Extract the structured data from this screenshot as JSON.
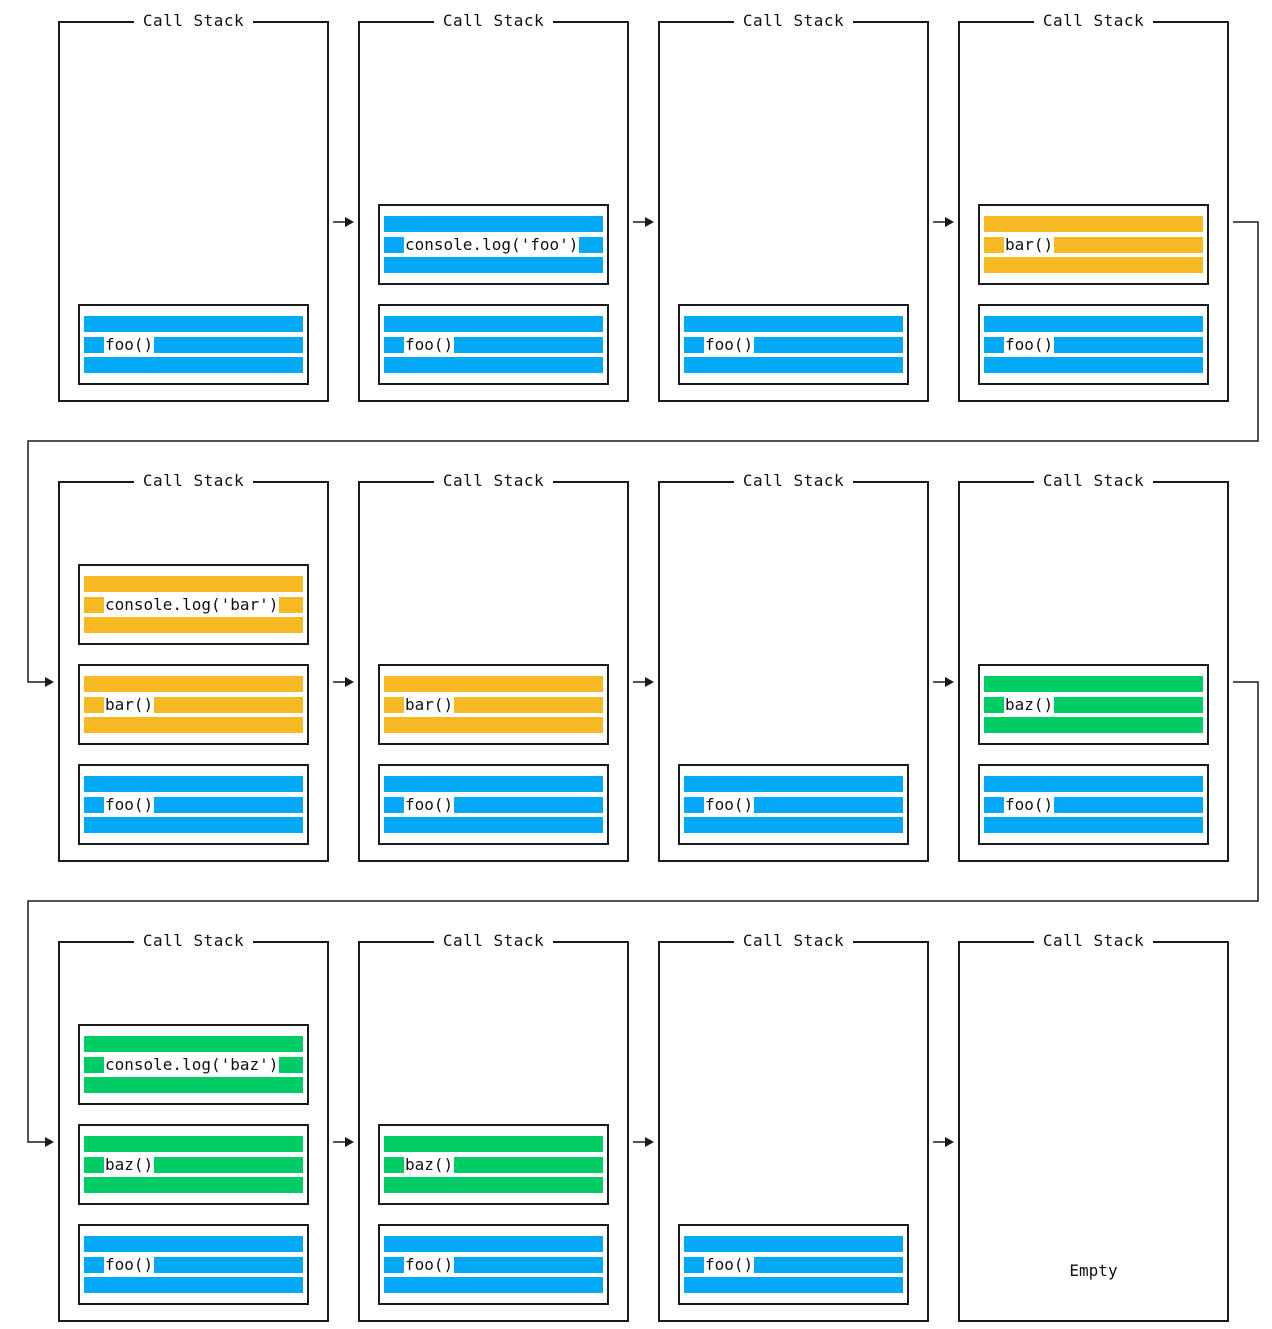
{
  "colors": {
    "foo": "#03a9f4",
    "bar": "#f7b922",
    "baz": "#00cc66",
    "line": "#1a1a1a"
  },
  "panel_title": "Call Stack",
  "empty_label": "Empty",
  "steps": [
    {
      "frames": [
        {
          "label": "foo()",
          "color": "foo"
        }
      ]
    },
    {
      "frames": [
        {
          "label": "console.log('foo')",
          "color": "foo"
        },
        {
          "label": "foo()",
          "color": "foo"
        }
      ]
    },
    {
      "frames": [
        {
          "label": "foo()",
          "color": "foo"
        }
      ]
    },
    {
      "frames": [
        {
          "label": "bar()",
          "color": "bar"
        },
        {
          "label": "foo()",
          "color": "foo"
        }
      ]
    },
    {
      "frames": [
        {
          "label": "console.log('bar')",
          "color": "bar"
        },
        {
          "label": "bar()",
          "color": "bar"
        },
        {
          "label": "foo()",
          "color": "foo"
        }
      ]
    },
    {
      "frames": [
        {
          "label": "bar()",
          "color": "bar"
        },
        {
          "label": "foo()",
          "color": "foo"
        }
      ]
    },
    {
      "frames": [
        {
          "label": "foo()",
          "color": "foo"
        }
      ]
    },
    {
      "frames": [
        {
          "label": "baz()",
          "color": "baz"
        },
        {
          "label": "foo()",
          "color": "foo"
        }
      ]
    },
    {
      "frames": [
        {
          "label": "console.log('baz')",
          "color": "baz"
        },
        {
          "label": "baz()",
          "color": "baz"
        },
        {
          "label": "foo()",
          "color": "foo"
        }
      ]
    },
    {
      "frames": [
        {
          "label": "baz()",
          "color": "baz"
        },
        {
          "label": "foo()",
          "color": "foo"
        }
      ]
    },
    {
      "frames": [
        {
          "label": "foo()",
          "color": "foo"
        }
      ]
    },
    {
      "frames": [],
      "empty": true
    }
  ]
}
